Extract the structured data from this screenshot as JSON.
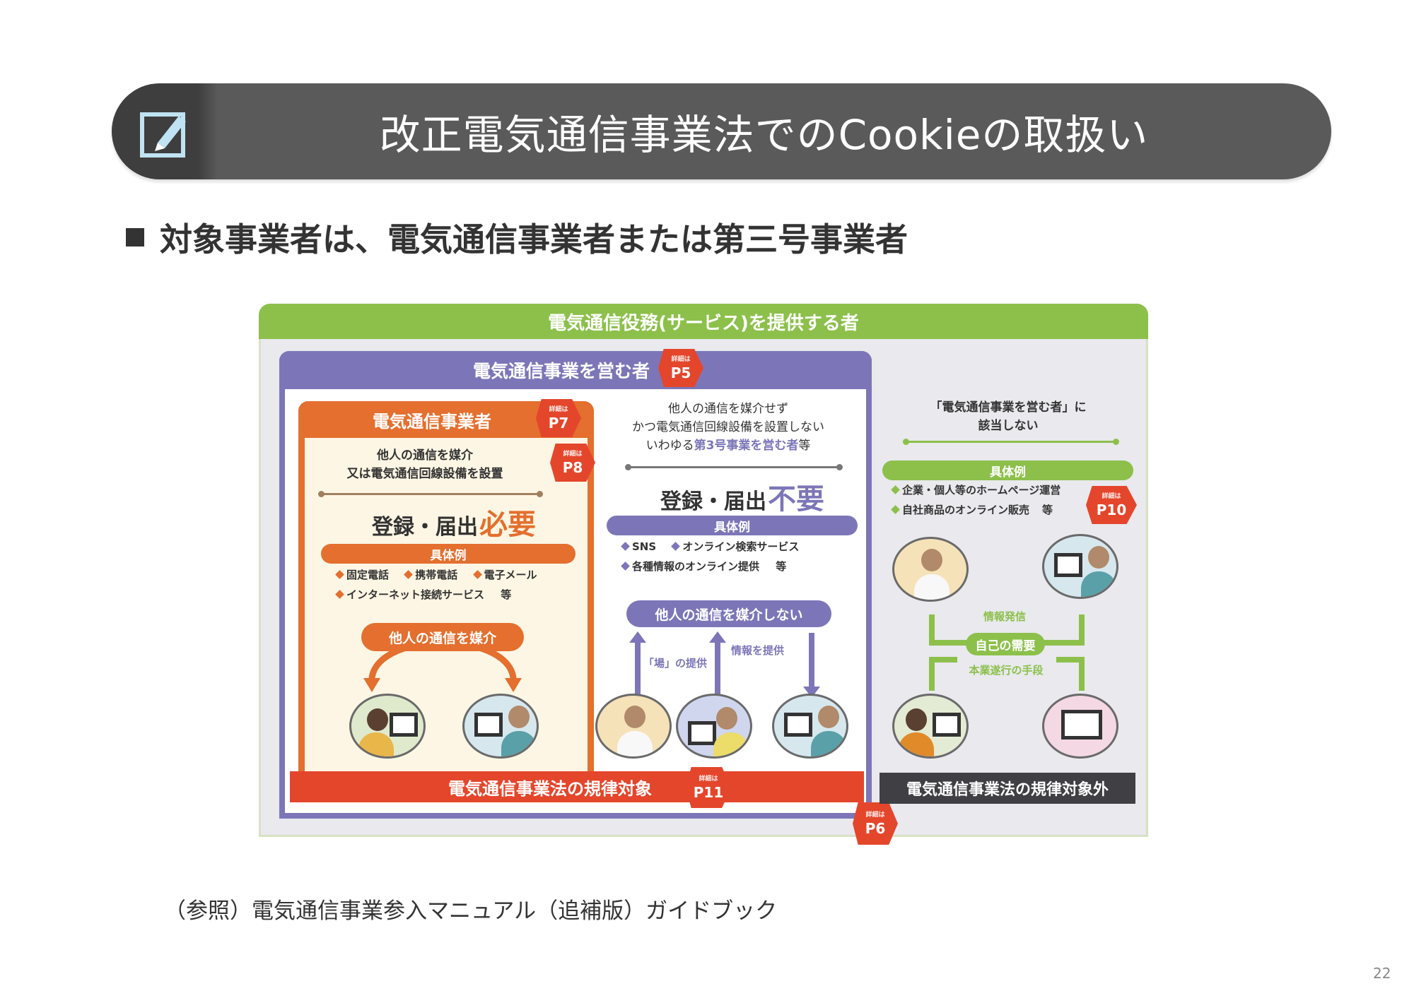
{
  "header": {
    "icon": "edit-icon",
    "title": "改正電気通信事業法でのCookieの取扱い"
  },
  "subtitle": "対象事業者は、電気通信事業者または第三号事業者",
  "diagram": {
    "outer_title": "電気通信役務(サービス)を提供する者",
    "tag_label": "詳細は",
    "colors": {
      "green": "#8cc04b",
      "purple": "#7c76b8",
      "orange": "#e46f2e",
      "red": "#e4462c",
      "dark": "#3f3f44"
    },
    "business_operator_group": {
      "title": "電気通信事業を営む者",
      "tag_page": "P5",
      "telecom_operator": {
        "title": "電気通信事業者",
        "tag_page": "P7",
        "condition_line1": "他人の通信を媒介",
        "condition_line2": "又は電気通信回線設備を設置",
        "condition_tag_page": "P8",
        "registration_prefix": "登録・届出",
        "registration_status": "必要",
        "examples_label": "具体例",
        "examples": [
          "固定電話",
          "携帯電話",
          "電子メール",
          "インターネット接続サービス"
        ],
        "examples_suffix": "等",
        "flow_label": "他人の通信を媒介"
      },
      "third_category": {
        "condition_line1": "他人の通信を媒介せず",
        "condition_line2": "かつ電気通信回線設備を設置しない",
        "condition_line3_prefix": "いわゆる",
        "condition_line3_highlight": "第3号事業を営む者",
        "condition_line3_suffix": "等",
        "registration_prefix": "登録・届出",
        "registration_status": "不要",
        "examples_label": "具体例",
        "examples": [
          "SNS",
          "オンライン検索サービス",
          "各種情報のオンライン提供"
        ],
        "examples_suffix": "等",
        "flow_label": "他人の通信を媒介しない",
        "arrow_label_left": "「場」の提供",
        "arrow_label_right": "情報を提供"
      },
      "regulated_band": "電気通信事業法の規律対象",
      "regulated_tag_page": "P11",
      "boundary_tag_page": "P6"
    },
    "non_business": {
      "condition_line1": "「電気通信事業を営む者」に",
      "condition_line2": "該当しない",
      "examples_label": "具体例",
      "examples": [
        "企業・個人等のホームページ運営",
        "自社商品のオンライン販売"
      ],
      "examples_suffix": "等",
      "tag_page": "P10",
      "flow_top_label": "情報発信",
      "flow_center_label": "自己の需要",
      "flow_bottom_label": "本業遂行の手段",
      "unregulated_band": "電気通信事業法の規律対象外"
    }
  },
  "footer": {
    "reference": "（参照）電気通信事業参入マニュアル（追補版）ガイドブック",
    "page_number": "22"
  }
}
